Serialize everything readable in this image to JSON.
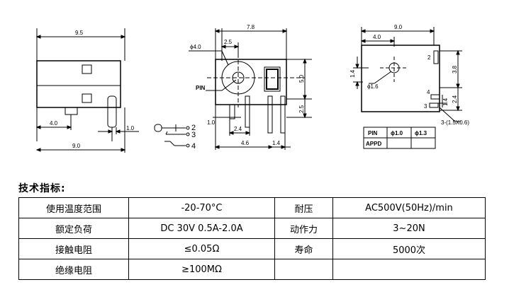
{
  "drawing": {
    "side_view": {
      "width_top": "9.5",
      "width_bottom": "9.0",
      "dim_a": "4.0",
      "dim_b": "1.0"
    },
    "front_view": {
      "width": "7.8",
      "phi_label": "ϕ4.0",
      "dim_25_top": "2.5",
      "height_50": "5.0",
      "dim_25_right": "2.5",
      "pin_label": "PIN",
      "dim_10": "1.0",
      "dim_24": "2.4",
      "dim_46": "4.6",
      "dim_14": "1.4"
    },
    "schematic": {
      "pin2": "2",
      "pin3": "3",
      "pin4": "4"
    },
    "bottom_view": {
      "width": "9.0",
      "dim_40": "4.0",
      "pin2": "2",
      "dim_14_left": "1.4",
      "phi16": "ϕ1.6",
      "dim_38": "3.8",
      "dim_24": "2.4",
      "dim_14": "1.4",
      "pin3": "3",
      "pin4": "4",
      "slot": "3-(1.5X0.6)"
    },
    "pin_table": {
      "row1": [
        "PIN",
        "ϕ1.0",
        "ϕ1.3"
      ],
      "row2": [
        "APPD",
        "",
        ""
      ]
    }
  },
  "section_title": "技术指标:",
  "specs": [
    [
      "使用温度范围",
      "-20-70°C",
      "耐压",
      "AC500V(50Hz)/min"
    ],
    [
      "额定负荷",
      "DC 30V 0.5A-2.0A",
      "动作力",
      "3~20N"
    ],
    [
      "接触电阻",
      "≤0.05Ω",
      "寿命",
      "5000次"
    ],
    [
      "绝缘电阻",
      "≥100MΩ",
      "",
      ""
    ]
  ]
}
